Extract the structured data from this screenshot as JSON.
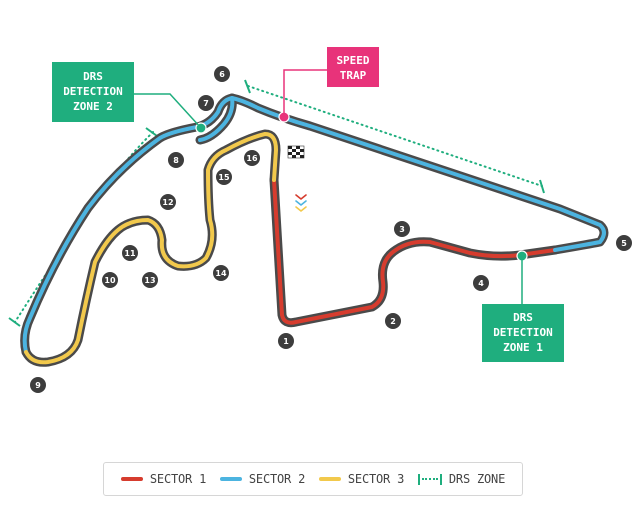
{
  "colors": {
    "sector1": "#d63c2e",
    "sector2": "#4cb4e0",
    "sector3": "#f2c94c",
    "track": "#4a4a4a",
    "drs": "#1fae7e",
    "speed_trap": "#e8337a",
    "turn_marker": "#3d3d3d"
  },
  "turns": [
    "1",
    "2",
    "3",
    "4",
    "5",
    "6",
    "7",
    "8",
    "9",
    "10",
    "11",
    "12",
    "13",
    "14",
    "15",
    "16"
  ],
  "labels": {
    "drs_zone_2_line1": "DRS",
    "drs_zone_2_line2": "DETECTION",
    "drs_zone_2_line3": "ZONE 2",
    "drs_zone_1_line1": "DRS",
    "drs_zone_1_line2": "DETECTION",
    "drs_zone_1_line3": "ZONE 1",
    "speed_trap_line1": "SPEED",
    "speed_trap_line2": "TRAP"
  },
  "legend": {
    "sector1": "SECTOR 1",
    "sector2": "SECTOR 2",
    "sector3": "SECTOR 3",
    "drs_zone": "DRS ZONE"
  },
  "icons": {
    "finish": "checkered-flag-icon",
    "direction": "chevron-down-icon"
  }
}
